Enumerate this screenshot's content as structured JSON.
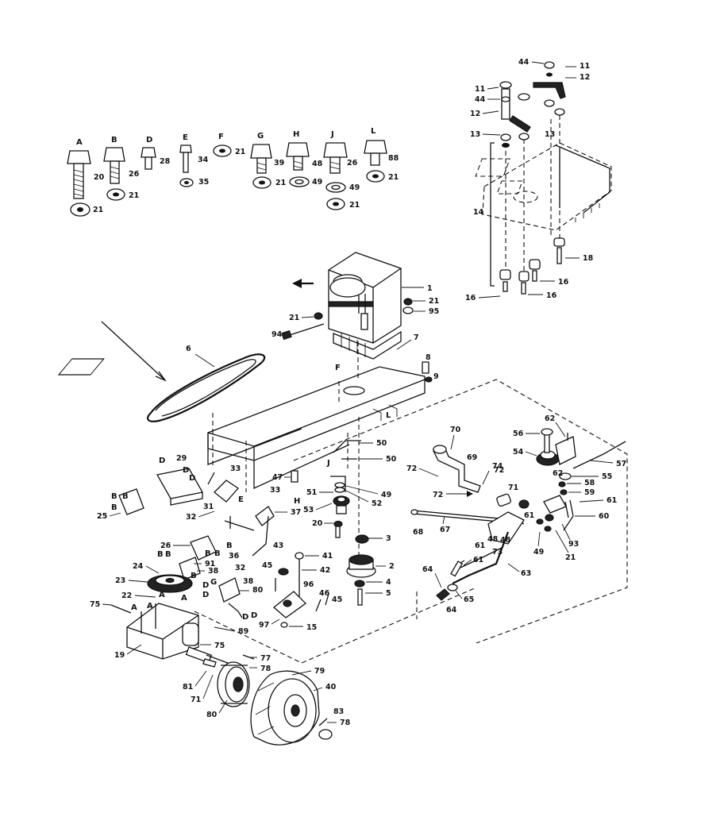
{
  "hardware_keys": [
    {
      "letter": "A",
      "parts": [
        "20",
        "21"
      ]
    },
    {
      "letter": "B",
      "parts": [
        "26",
        "21"
      ]
    },
    {
      "letter": "D",
      "parts": [
        "28"
      ]
    },
    {
      "letter": "E",
      "parts": [
        "34",
        "35"
      ]
    },
    {
      "letter": "F",
      "parts": [
        "21"
      ]
    },
    {
      "letter": "G",
      "parts": [
        "39",
        "21"
      ]
    },
    {
      "letter": "H",
      "parts": [
        "48",
        "49"
      ]
    },
    {
      "letter": "J",
      "parts": [
        "26",
        "49",
        "21"
      ]
    },
    {
      "letter": "L",
      "parts": [
        "88",
        "21"
      ]
    }
  ],
  "callouts": {
    "c1": "1",
    "c2": "2",
    "c3": "3",
    "c4": "4",
    "c5": "5",
    "c6": "6",
    "c7": "7",
    "c8": "8",
    "c9": "9",
    "c11a": "11",
    "c11b": "11",
    "c12a": "12",
    "c12b": "12",
    "c13a": "13",
    "c13b": "13",
    "c14": "14",
    "c15": "15",
    "c16a": "16",
    "c16b": "16",
    "c16c": "16",
    "c18": "18",
    "c19": "19",
    "c20": "20",
    "c21a": "21",
    "c21b": "21",
    "c21c": "21",
    "c22": "22",
    "c23": "23",
    "c24": "24",
    "c25": "25",
    "c26": "26",
    "c29": "29",
    "c31": "31",
    "c32a": "32",
    "c32b": "32",
    "c33a": "33",
    "c33b": "33",
    "c36": "36",
    "c37": "37",
    "c38a": "38",
    "c38b": "38",
    "c40": "40",
    "c41": "41",
    "c42": "42",
    "c43": "43",
    "c44a": "44",
    "c44b": "44",
    "c45a": "45",
    "c45b": "45",
    "c46": "46",
    "c47": "47",
    "c48a": "48",
    "c48b": "48",
    "c49a": "49",
    "c49b": "49",
    "c50a": "50",
    "c50b": "50",
    "c51": "51",
    "c52": "52",
    "c53": "53",
    "c54": "54",
    "c55": "55",
    "c56": "56",
    "c57": "57",
    "c58": "58",
    "c59": "59",
    "c60": "60",
    "c61a": "61",
    "c61b": "61",
    "c61c": "61",
    "c61d": "61",
    "c62a": "62",
    "c62b": "62",
    "c63": "63",
    "c64a": "64",
    "c64b": "64",
    "c65": "65",
    "c67": "67",
    "c68": "68",
    "c69": "69",
    "c70": "70",
    "c71a": "71",
    "c71b": "71",
    "c72a": "72",
    "c72b": "72",
    "c72c": "72",
    "c73": "73",
    "c74": "74",
    "c75a": "75",
    "c75b": "75",
    "c77": "77",
    "c78a": "78",
    "c78b": "78",
    "c79": "79",
    "c80a": "80",
    "c80b": "80",
    "c81": "81",
    "c83": "83",
    "c89": "89",
    "c91": "91",
    "c93": "93",
    "c94": "94",
    "c95": "95",
    "c96": "96",
    "c97": "97"
  },
  "letters": {
    "l_f": "F",
    "l_l": "L",
    "l_h": "H",
    "l_j": "J",
    "l_e": "E",
    "l_b1": "B",
    "l_b2": "B",
    "l_b3": "B",
    "l_b4": "B",
    "l_b5": "B",
    "l_b6": "B",
    "l_b7": "B",
    "l_b8": "B",
    "l_b9": "B",
    "l_d1": "D",
    "l_d2": "D",
    "l_d3": "D",
    "l_d4": "D",
    "l_d5": "D",
    "l_d6": "D",
    "l_d7": "D",
    "l_g": "G",
    "l_a1": "A",
    "l_a2": "A",
    "l_a3": "A",
    "l_a4": "A"
  }
}
